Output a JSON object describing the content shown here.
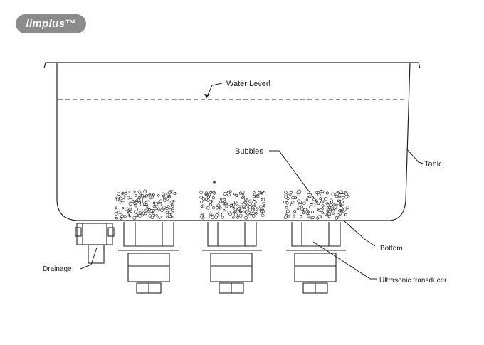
{
  "logo": {
    "text": "limplus™"
  },
  "labels": {
    "water_level": "Water Leverl",
    "bubbles": "Bubbles",
    "tank": "Tank",
    "bottom": "Bottom",
    "drainage": "Drainage",
    "transducer": "Ultrasonic transducer"
  },
  "colors": {
    "line": "#222222",
    "logo_bg": "#8b8b8b",
    "logo_text": "#ffffff"
  }
}
